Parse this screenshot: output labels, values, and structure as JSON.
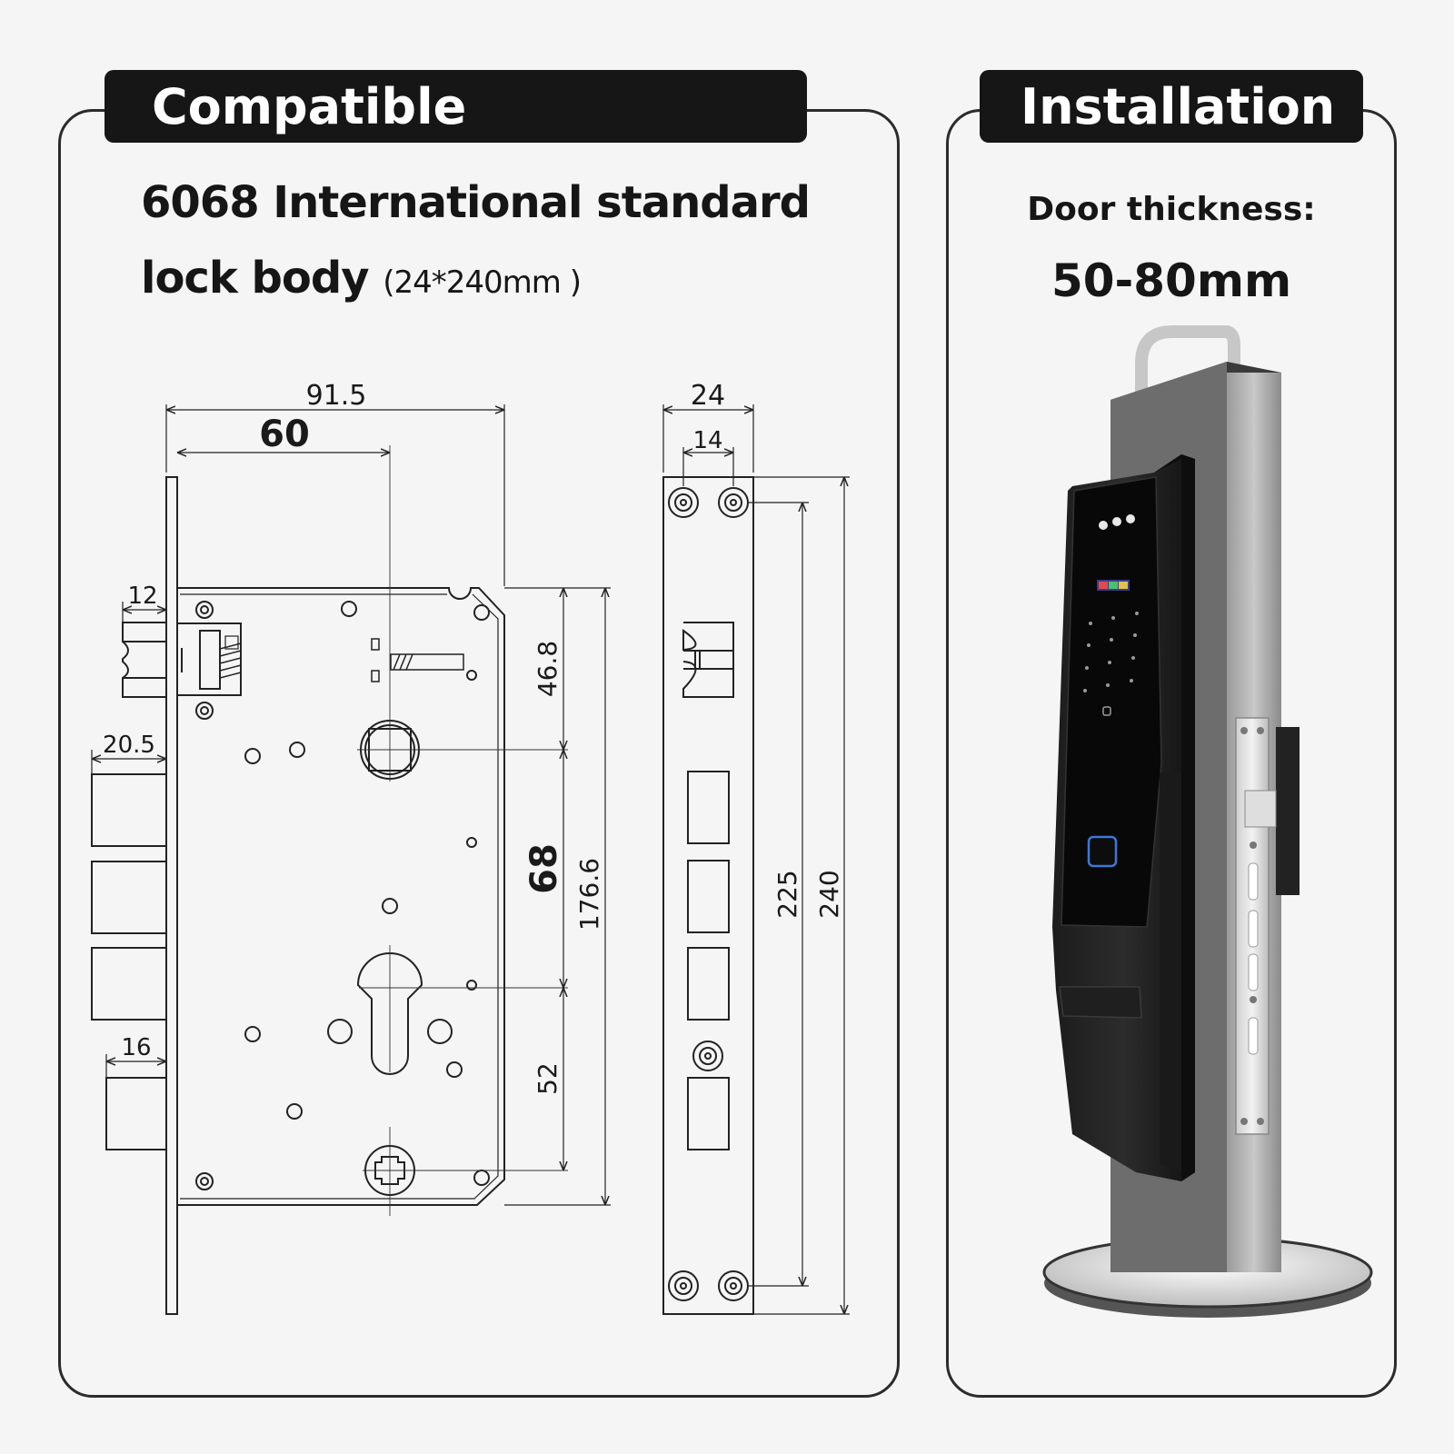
{
  "compatible": {
    "tab_label": "Compatible",
    "heading_line1": "6068 International standard",
    "heading_line2": "lock body",
    "heading_note": "(24*240mm )"
  },
  "installation": {
    "tab_label": "Installation",
    "door_thickness_label": "Door thickness:",
    "door_thickness_value": "50-80mm"
  },
  "dimensions": {
    "width_total": "91.5",
    "backset": "60",
    "faceplate_width": "24",
    "faceplate_inner": "14",
    "latch_length": "12",
    "deadbolt_length": "20.5",
    "bottom_bolt_length": "16",
    "top_to_handle": "46.8",
    "handle_to_cylinder": "68",
    "body_height": "176.6",
    "cylinder_to_bottom": "52",
    "screw_spacing": "225",
    "faceplate_height": "240"
  },
  "colors": {
    "tab_background": "#161616",
    "panel_border": "#2b2b2b",
    "page_background": "#f5f5f5"
  }
}
